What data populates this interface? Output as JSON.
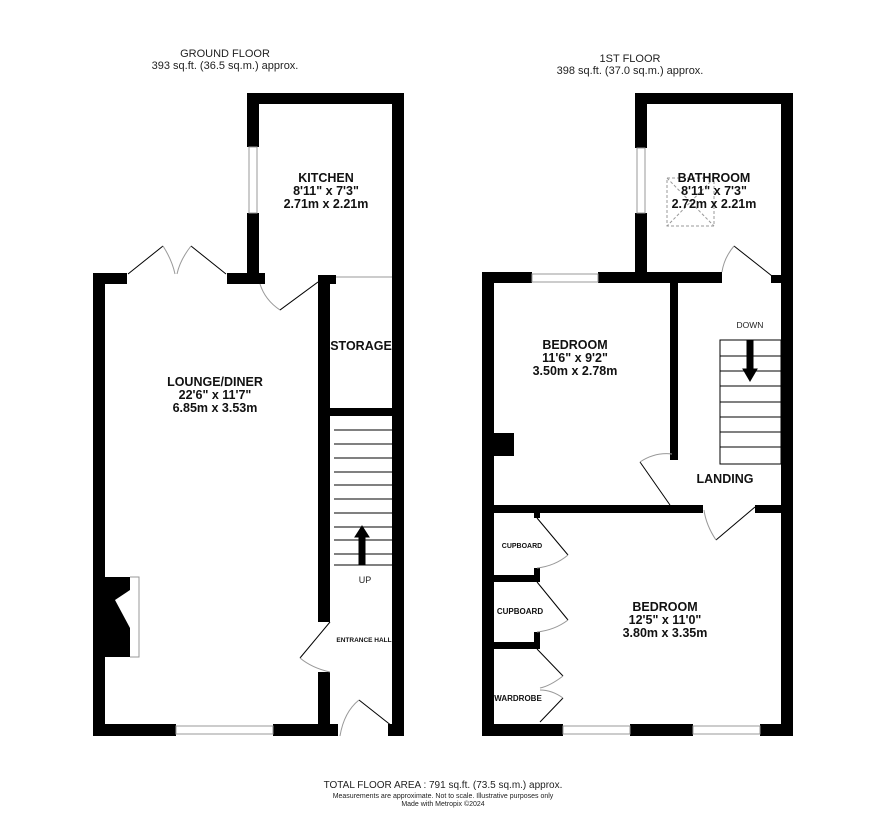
{
  "ground_floor": {
    "title": "GROUND FLOOR",
    "area": "393 sq.ft. (36.5 sq.m.) approx.",
    "rooms": {
      "kitchen": {
        "name": "KITCHEN",
        "imperial": "8'11\"  x 7'3\"",
        "metric": "2.71m  x 2.21m"
      },
      "lounge": {
        "name": "LOUNGE/DINER",
        "imperial": "22'6\"  x 11'7\"",
        "metric": "6.85m  x 3.53m"
      },
      "storage": {
        "name": "STORAGE"
      },
      "entrance": {
        "name": "ENTRANCE HALL"
      }
    },
    "stairs_label": "UP"
  },
  "first_floor": {
    "title": "1ST FLOOR",
    "area": "398 sq.ft. (37.0 sq.m.) approx.",
    "rooms": {
      "bathroom": {
        "name": "BATHROOM",
        "imperial": "8'11\"  x 7'3\"",
        "metric": "2.72m  x 2.21m"
      },
      "bedroom1": {
        "name": "BEDROOM",
        "imperial": "11'6\"  x 9'2\"",
        "metric": "3.50m  x 2.78m"
      },
      "landing": {
        "name": "LANDING"
      },
      "bedroom2": {
        "name": "BEDROOM",
        "imperial": "12'5\"  x 11'0\"",
        "metric": "3.80m  x 3.35m"
      },
      "cupboard1": {
        "name": "CUPBOARD"
      },
      "cupboard2": {
        "name": "CUPBOARD"
      },
      "wardrobe": {
        "name": "WARDROBE"
      }
    },
    "stairs_label": "DOWN"
  },
  "footer": {
    "total": "TOTAL FLOOR AREA : 791 sq.ft. (73.5 sq.m.) approx.",
    "disclaimer": "Measurements are approximate.  Not to scale.  Illustrative purposes only",
    "credit": "Made with Metropix ©2024"
  },
  "colors": {
    "wall": "#000000",
    "window": "#999999"
  }
}
